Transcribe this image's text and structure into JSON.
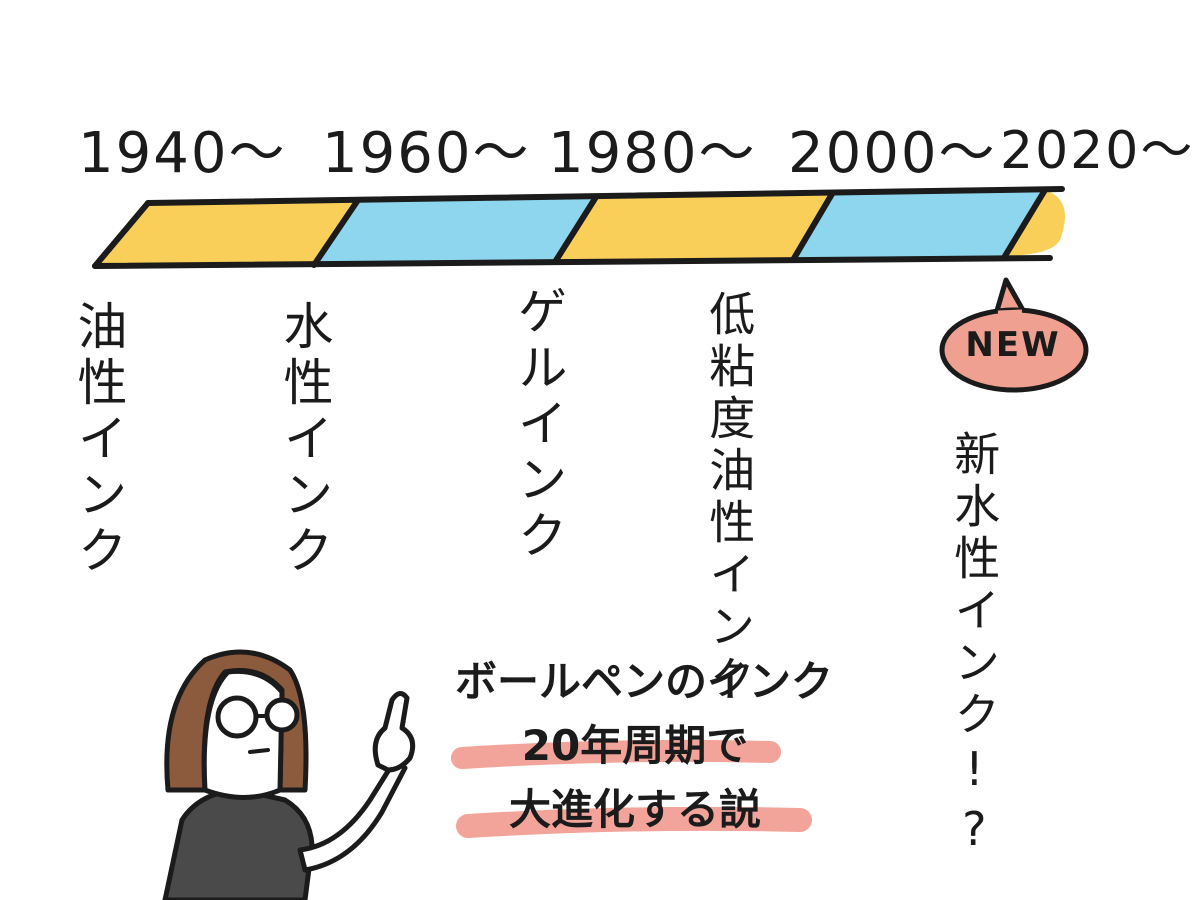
{
  "timeline": {
    "years": [
      "1940～",
      "1960～",
      "1980～",
      "2000～",
      "2020～"
    ],
    "segment_colors": {
      "oil": "#f9cf5a",
      "water": "#8dd6ee"
    },
    "eras": [
      {
        "label": "油性インク"
      },
      {
        "label": "水性インク"
      },
      {
        "label": "ゲルインク"
      },
      {
        "label": "低粘度油性インク"
      },
      {
        "label": "新水性インク!?"
      }
    ]
  },
  "new_badge": {
    "label": "NEW",
    "color": "#f0a090"
  },
  "caption": {
    "line1": "ボールペンのインク",
    "line2": "20年周期で",
    "line3": "大進化する説",
    "highlight_color": "#f2a49a"
  },
  "character": {
    "shirt_color": "#4a4a4a",
    "hair_color": "#8c5a3c"
  }
}
